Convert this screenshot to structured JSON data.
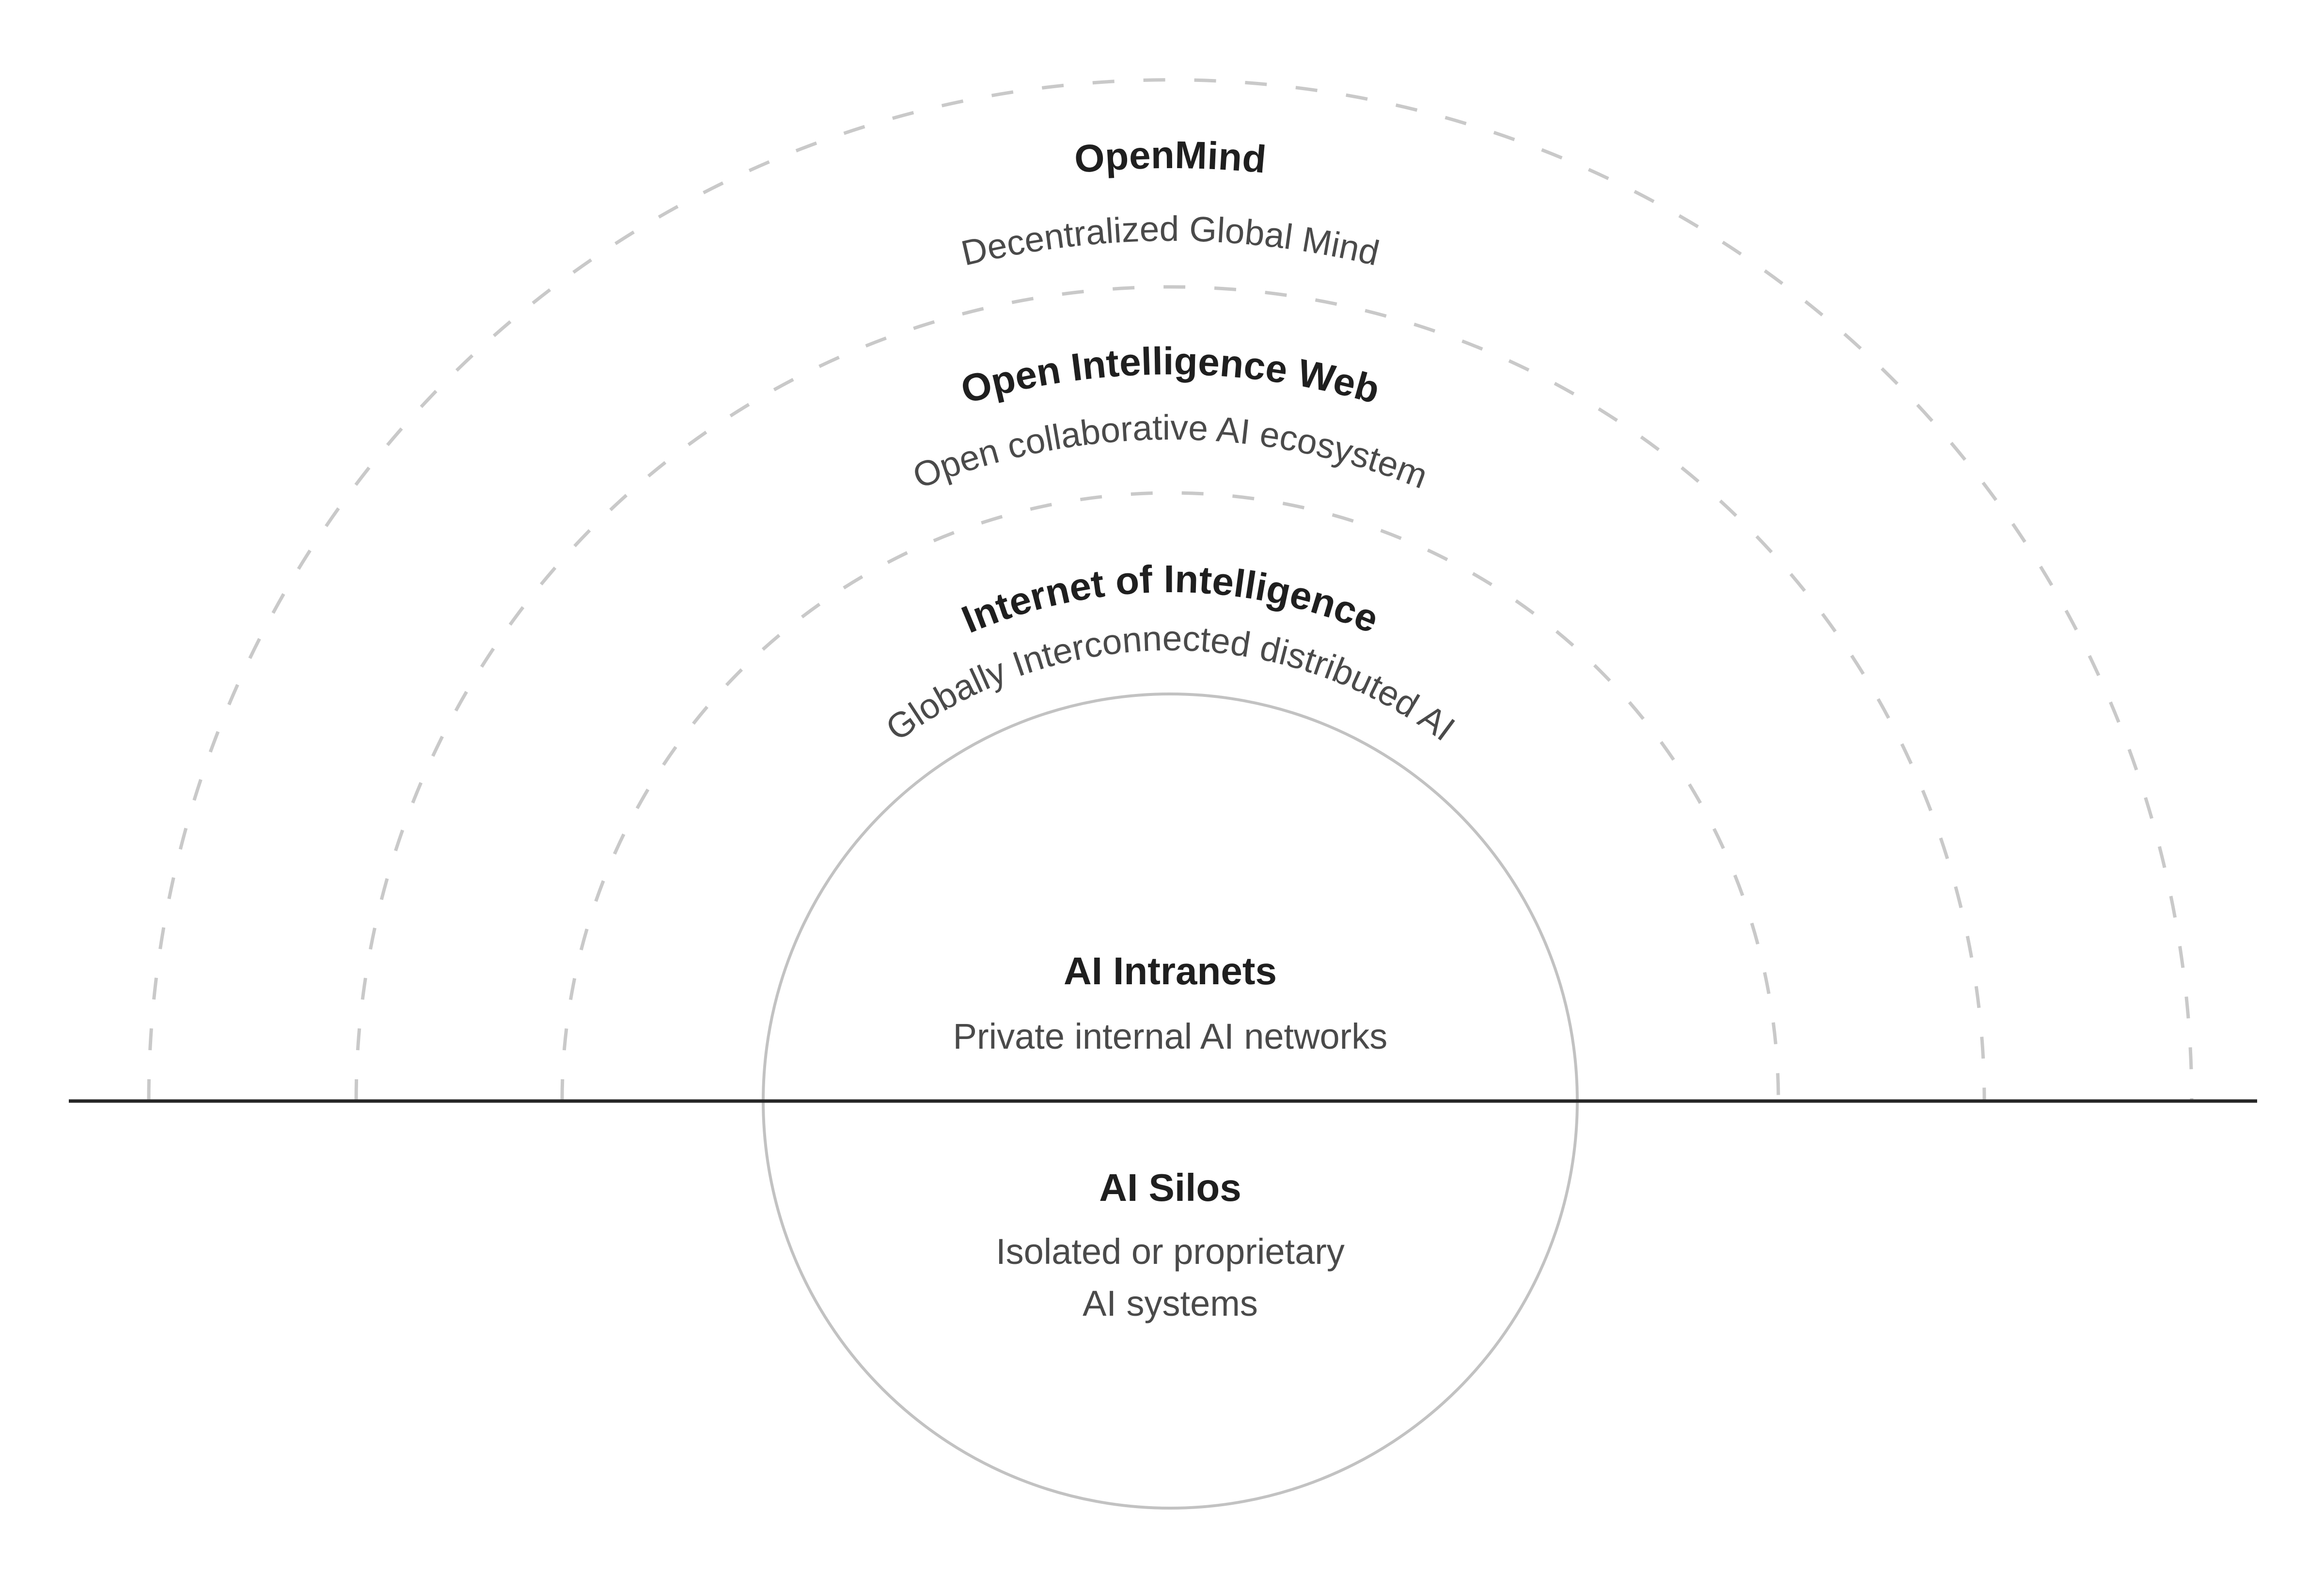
{
  "colors": {
    "background": "#ffffff",
    "dashed_arc": "#c9c9c9",
    "solid_circle": "#c2c2c2",
    "horizon_line": "#262626",
    "title_text": "#1f1f1f",
    "subtitle_text": "#4a4a4a"
  },
  "rings": [
    {
      "title": "OpenMind",
      "subtitle": "Decentralized Global Mind"
    },
    {
      "title": "Open Intelligence Web",
      "subtitle": "Open collaborative AI ecosystem"
    },
    {
      "title": "Internet of Intelligence",
      "subtitle": "Globally Interconnected distributed AI"
    }
  ],
  "inner_circle": {
    "above_line": {
      "title": "AI Intranets",
      "subtitle": "Private internal AI networks"
    },
    "below_line": {
      "title": "AI Silos",
      "subtitle_line_1": "Isolated or proprietary",
      "subtitle_line_2": "AI systems"
    }
  }
}
